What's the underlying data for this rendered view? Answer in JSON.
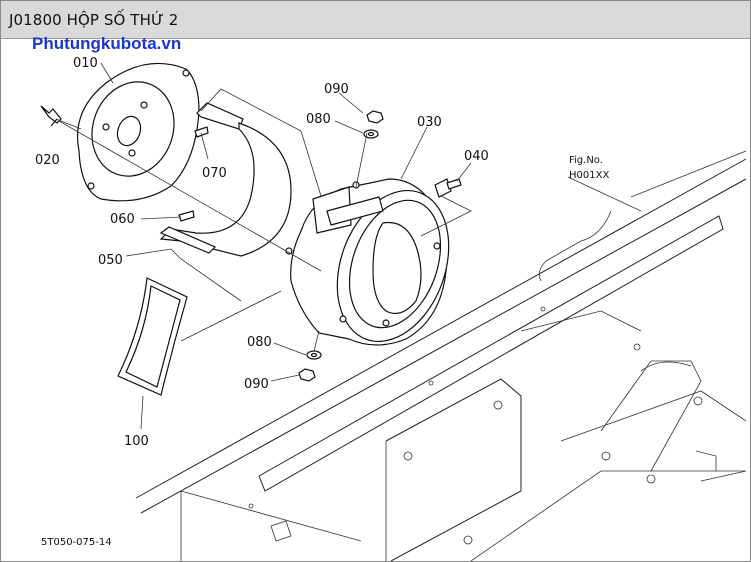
{
  "header": {
    "title": "J01800 HỘP SỐ THỨ 2"
  },
  "watermark": {
    "text": "Phutungkubota.vn"
  },
  "diagram": {
    "callouts": [
      "010",
      "020",
      "030",
      "040",
      "050",
      "060",
      "070",
      "080",
      "090",
      "080",
      "090",
      "100"
    ],
    "fig_no": "Fig.No.",
    "fig_code": "H001XX",
    "drawing_code": "5T050-075-14"
  }
}
